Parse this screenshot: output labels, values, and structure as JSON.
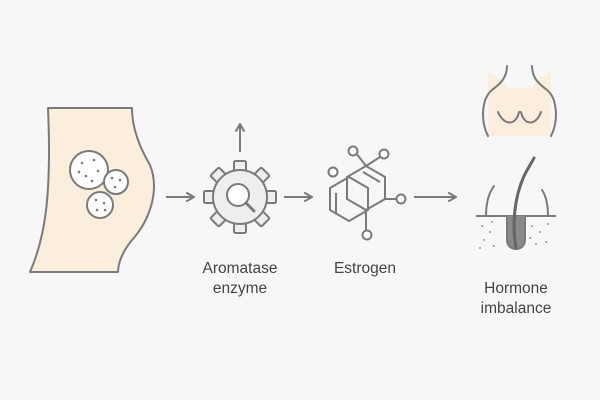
{
  "colors": {
    "background": "#f7f7f7",
    "skin": "#fbeedd",
    "stroke": "#7a7a7a",
    "gear_fill": "#eeeeee",
    "follicle_fill": "#8a8a8a",
    "text": "#444444"
  },
  "steps": [
    {
      "icon": "adipose-tissue-icon",
      "label": ""
    },
    {
      "icon": "gear-magnifier-icon",
      "label": "Aromatase\nenzyme"
    },
    {
      "icon": "molecule-icon",
      "label": "Estrogen"
    },
    {
      "icon": "breast-and-hair-follicle-icon",
      "label": "Hormone\nimbalance"
    }
  ]
}
